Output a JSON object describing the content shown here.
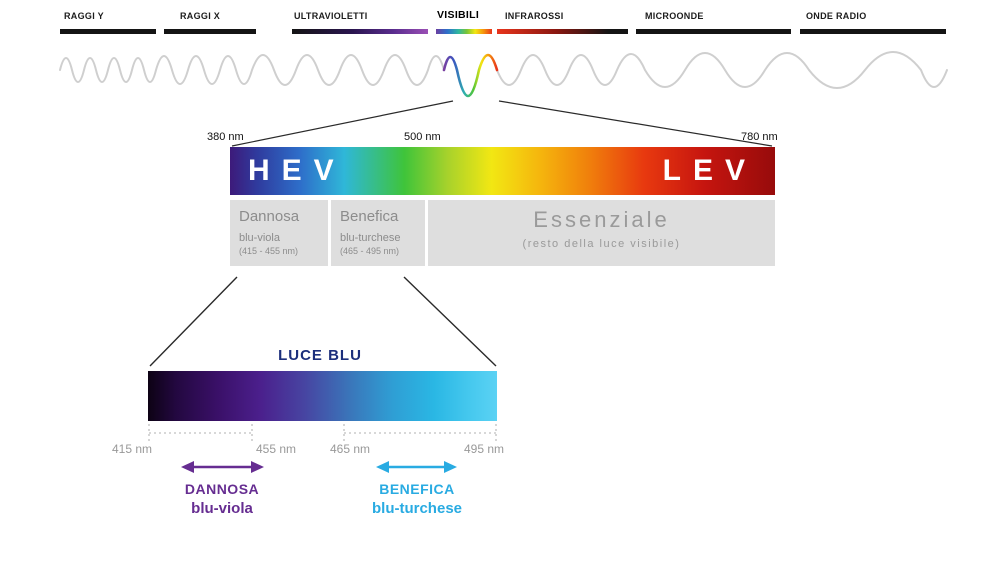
{
  "spectrum": {
    "bands": [
      {
        "label": "RAGGI Y"
      },
      {
        "label": "RAGGI X"
      },
      {
        "label": "ULTRAVIOLETTI"
      },
      {
        "label": "VISIBILI"
      },
      {
        "label": "INFRAROSSI"
      },
      {
        "label": "MICROONDE"
      },
      {
        "label": "ONDE RADIO"
      }
    ]
  },
  "visible_detail": {
    "tick_left": "380 nm",
    "tick_mid": "500 nm",
    "tick_right": "780 nm",
    "hev_label": "HEV",
    "lev_label": "LEV"
  },
  "zones": {
    "dannosa": {
      "title": "Dannosa",
      "subtitle": "blu-viola",
      "range": "(415 - 455 nm)"
    },
    "benefica": {
      "title": "Benefica",
      "subtitle": "blu-turchese",
      "range": "(465 - 495 nm)"
    },
    "essenziale": {
      "title": "Essenziale",
      "note": "(resto della luce visibile)"
    }
  },
  "blue_light": {
    "title": "LUCE BLU",
    "tick_415": "415 nm",
    "tick_455": "455 nm",
    "tick_465": "465 nm",
    "tick_495": "495 nm",
    "dannosa": {
      "label": "DANNOSA",
      "sublabel": "blu-viola"
    },
    "benefica": {
      "label": "BENEFICA",
      "sublabel": "blu-turchese"
    }
  },
  "colors": {
    "dannosa_purple": "#662d91",
    "benefica_cyan": "#29abe2",
    "luce_blu_navy": "#1c2f7c",
    "panel_gray": "#dedede",
    "panel_text_gray": "#8c8c8c",
    "wave_gray": "#cfcfcf"
  }
}
